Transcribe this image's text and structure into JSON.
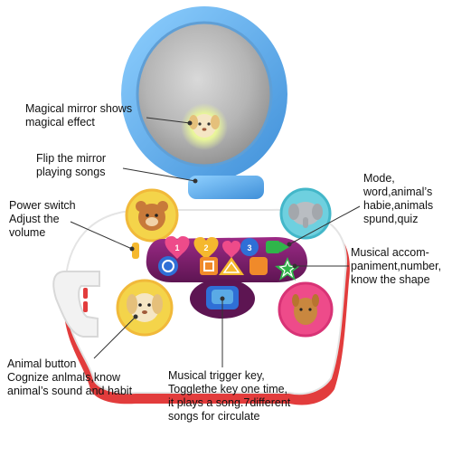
{
  "labels": {
    "mirror": "Magical mirror shows\nmagical effect",
    "flip": "Flip the mirror\nplaying songs",
    "power": "Power switch\nAdjust the\nvolume",
    "mode": "Mode,\nword,animal’s\nhabie,animals\nspund,quiz",
    "musical": "Musical accom-\npaniment,number,\nknow the shape",
    "animal": "Animal button\nCognize anlmals,know\nanimal’s sound and habit",
    "trigger": "Musical trigger key,\nTogglethe key one time,\nit plays a song.7different\nsongs for circulate"
  },
  "keypad": [
    "1",
    "2",
    "3"
  ],
  "colors": {
    "mirror_frame": "#5aaae6",
    "toy_body": "#ffffff",
    "panel": "#7a1f6a",
    "base_red": "#e23c3c",
    "key_pink": "#ee4b8a",
    "key_yellow": "#f5b82e",
    "key_blue": "#2f6fd6",
    "key_green": "#2fb54a",
    "key_orange": "#f08a2a",
    "key_cyan": "#27b3c9"
  },
  "icons": [
    "bear-icon",
    "elephant-icon",
    "dog-icon",
    "deer-icon",
    "star-icon",
    "triangle-icon"
  ]
}
